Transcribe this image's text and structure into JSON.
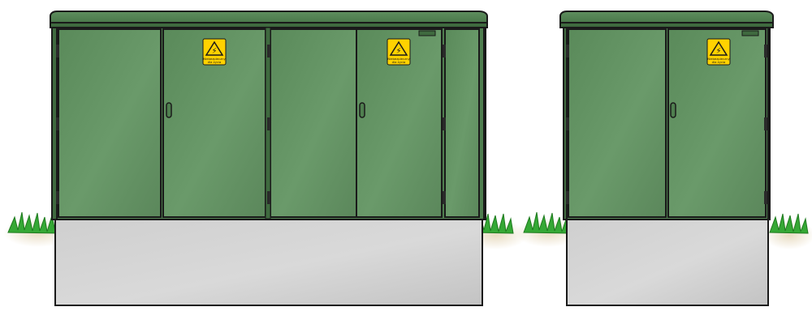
{
  "scene": {
    "colors": {
      "background": "#ffffff",
      "cabinet_green": "#5f8f5f",
      "cabinet_green_dark": "#3f6a3f",
      "roof_green": "#4f7f4f",
      "outline": "#1a1a1a",
      "concrete_light": "#d8d8d8",
      "concrete_dark": "#bdbdbd",
      "grass": "#2fa82f",
      "soil": "#d8c7a3",
      "warning_yellow": "#ffd200"
    },
    "cabinets": [
      {
        "name": "large-cabinet",
        "doors": 5,
        "warning_signs": 2,
        "handles": 2
      },
      {
        "name": "small-cabinet",
        "doors": 2,
        "warning_signs": 1,
        "handles": 1
      }
    ],
    "warning_sign": {
      "symbol": "⚡",
      "line1": "Niebezpieczny",
      "line2": "dla życia"
    }
  }
}
